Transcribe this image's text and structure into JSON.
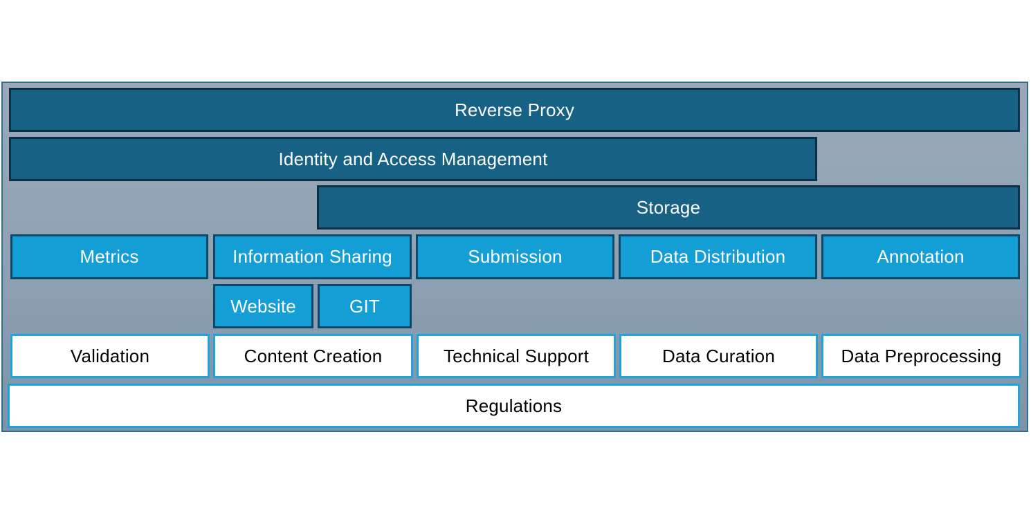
{
  "diagram": {
    "layers": {
      "reverse_proxy": "Reverse Proxy",
      "identity_access": "Identity and Access Management",
      "storage": "Storage"
    },
    "services": {
      "metrics": "Metrics",
      "information_sharing": "Information Sharing",
      "submission": "Submission",
      "data_distribution": "Data Distribution",
      "annotation": "Annotation"
    },
    "sub_services": {
      "website": "Website",
      "git": "GIT"
    },
    "activities": {
      "validation": "Validation",
      "content_creation": "Content Creation",
      "technical_support": "Technical Support",
      "data_curation": "Data Curation",
      "data_preprocessing": "Data Preprocessing"
    },
    "foundation": {
      "regulations": "Regulations"
    },
    "colors": {
      "panel_background": "#8ea0b3",
      "dark_box": "#176185",
      "mid_box": "#139ed6",
      "light_box": "#ffffff",
      "light_border": "#1ea3db"
    }
  }
}
